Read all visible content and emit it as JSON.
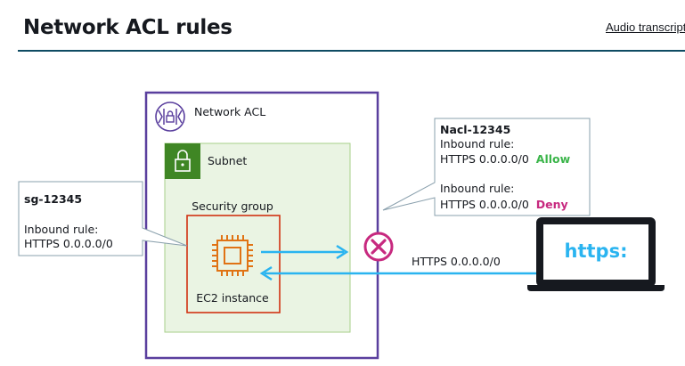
{
  "header": {
    "title": "Network ACL rules",
    "audio_link": "Audio transcript"
  },
  "diagram": {
    "network_acl_label": "Network ACL",
    "subnet_label": "Subnet",
    "security_group_label": "Security group",
    "ec2_label": "EC2 instance",
    "sg_callout": {
      "name": "sg-12345",
      "rule_label": "Inbound rule:",
      "rule_value": "HTTPS 0.0.0.0/0"
    },
    "nacl_callout": {
      "name": "Nacl-12345",
      "rule1_label": "Inbound rule:",
      "rule1_value": "HTTPS 0.0.0.0/0",
      "rule1_action": "Allow",
      "rule2_label": "Inbound rule:",
      "rule2_value": "HTTPS 0.0.0.0/0",
      "rule2_action": "Deny"
    },
    "traffic_label": "HTTPS 0.0.0.0/0",
    "laptop_text": "https:",
    "icons": [
      "network-acl-icon",
      "lock-icon",
      "chip-icon",
      "deny-x-icon",
      "laptop-icon"
    ],
    "colors": {
      "nacl_border": "#5a3f9e",
      "subnet_fill": "#eaf4e3",
      "subnet_border": "#a7cf8a",
      "subnet_icon": "#3f8624",
      "security_group_border": "#d13212",
      "ec2_icon": "#e07314",
      "arrow": "#2ab4f0",
      "deny_icon": "#c7297f",
      "allow_text": "#3bb54a",
      "deny_text": "#c7297f",
      "laptop_text": "#2ab4f0",
      "header_rule": "#0f4c63"
    }
  }
}
